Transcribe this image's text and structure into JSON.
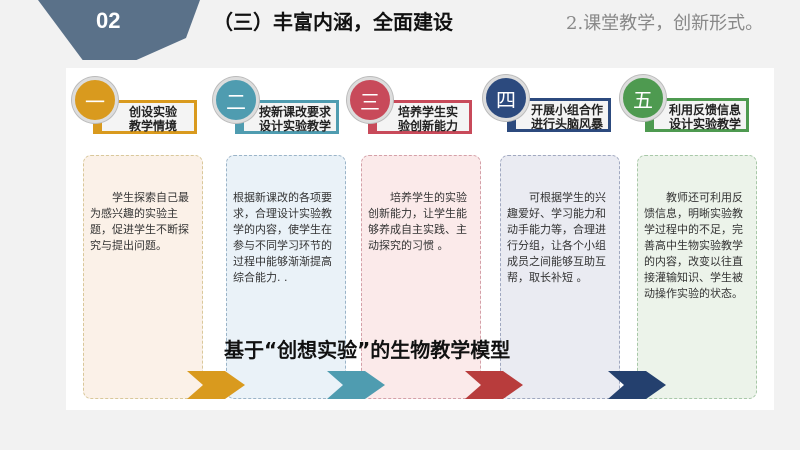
{
  "header": {
    "number": "02",
    "title": "（三）丰富内涵，全面建设",
    "subtitle": "2.课堂教学，创新形式。"
  },
  "steps": [
    {
      "numeral": "一",
      "label_line1": "创设实验",
      "label_line2": "教学情境",
      "text": "　　学生探索自己最为感兴趣的实验主题，促进学生不断探究与提出问题。",
      "color": "#d99a1e",
      "bg": "#fbf1e8",
      "border": "#d9c89a"
    },
    {
      "numeral": "二",
      "label_line1": "按新课改要求",
      "label_line2": "设计实验教学",
      "text": "根据新课改的各项要求，合理设计实验教学的内容，使学生在参与不同学习环节的过程中能够渐渐提高综合能力. .",
      "color": "#4f9cb0",
      "bg": "#eaf2f8",
      "border": "#9bb4c8"
    },
    {
      "numeral": "三",
      "label_line1": "培养学生实",
      "label_line2": "验创新能力",
      "text": "　　培养学生的实验创新能力，让学生能够养成自主实践、主动探究的习惯 。",
      "color": "#c84a5a",
      "bg": "#fbeaea",
      "border": "#d4a0a8"
    },
    {
      "numeral": "四",
      "label_line1": "开展小组合作",
      "label_line2": "进行头脑风暴",
      "text": "　　可根据学生的兴趣爱好、学习能力和动手能力等，合理进行分组，让各个小组成员之间能够互助互帮，取长补短 。",
      "color": "#2c4a7e",
      "bg": "#eaebf2",
      "border": "#a0a8c0"
    },
    {
      "numeral": "五",
      "label_line1": "利用反馈信息",
      "label_line2": "设计实验教学",
      "text": "　　教师还可利用反馈信息，明晰实验教学过程中的不足，完善高中生物实验教学的内容，改变以往直接灌输知识、学生被动操作实验的状态。",
      "color": "#4e9a50",
      "bg": "#ecf3ea",
      "border": "#a8c8a8"
    }
  ],
  "model_title": "基于“创想实验”的生物教学模型",
  "chevron_colors": [
    "#d99a1e",
    "#4f9cb0",
    "#b83c3c",
    "#24406e"
  ]
}
